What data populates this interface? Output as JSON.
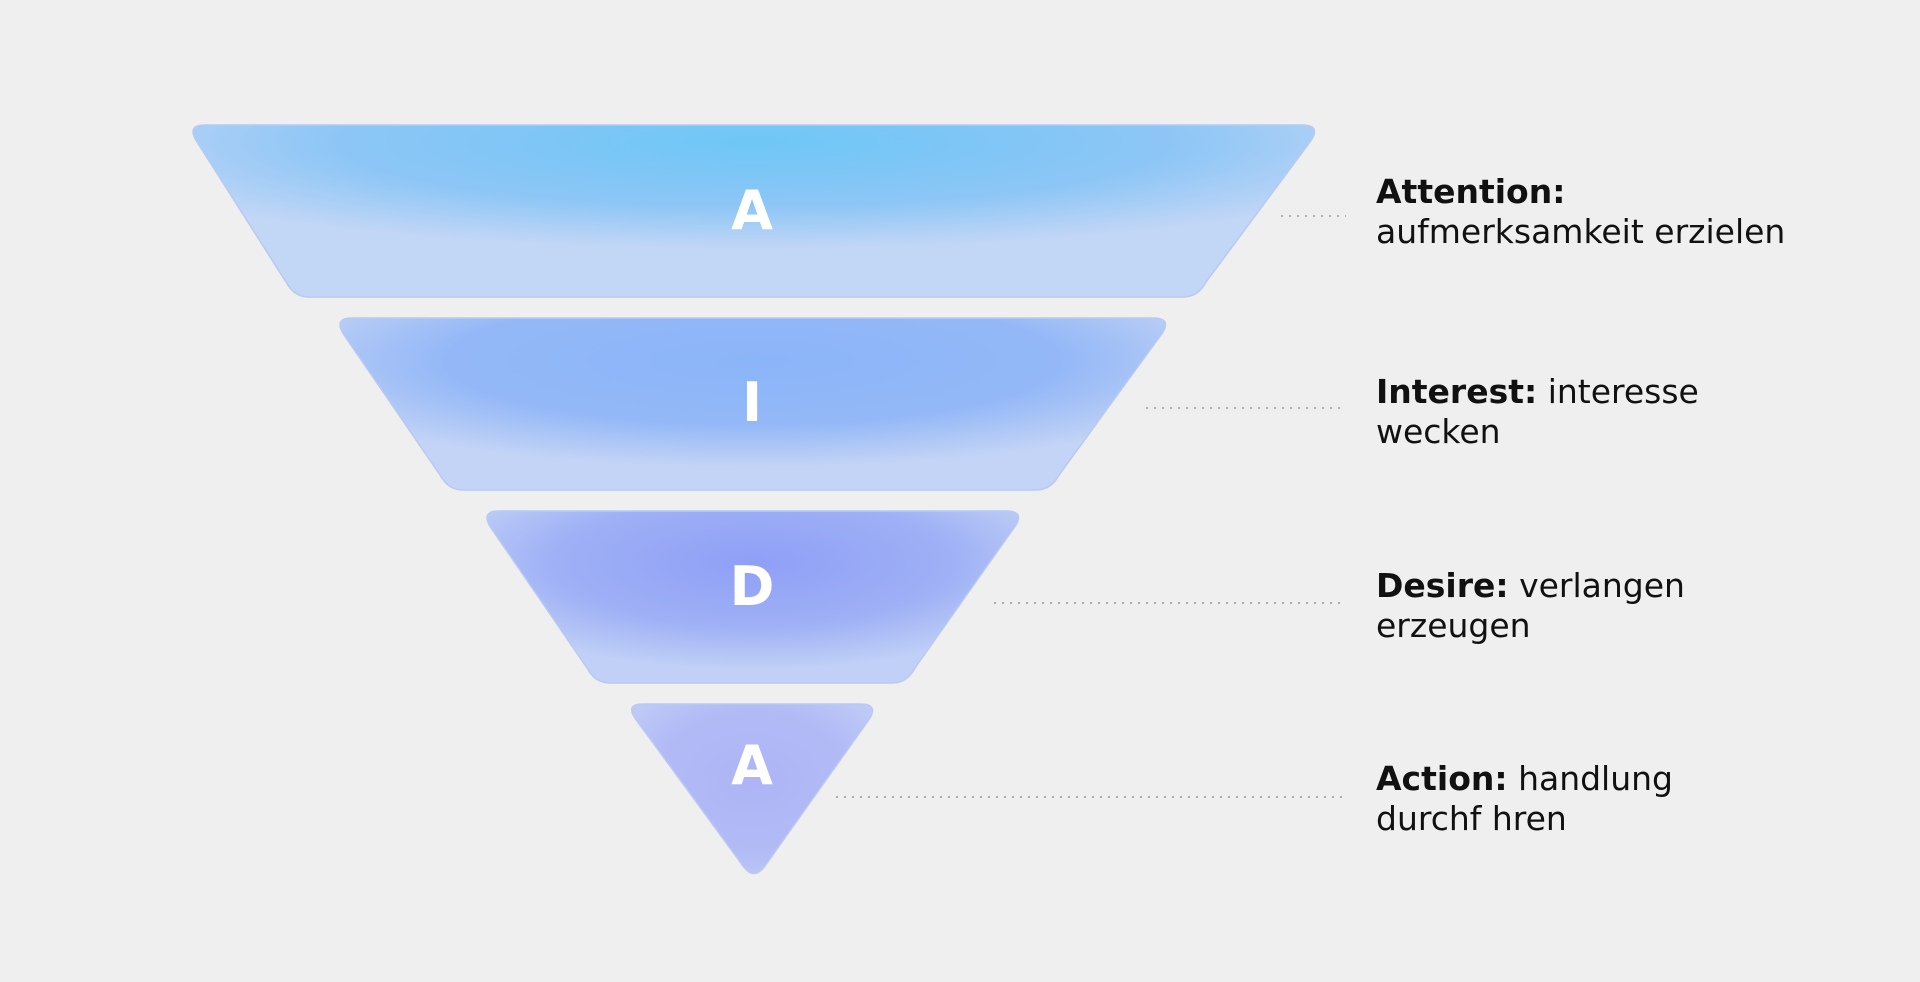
{
  "stages": [
    {
      "letter": "A",
      "term": "Attention:",
      "description": "aufmerksamkeit erzielen",
      "colors": {
        "center": "#6ec7f6",
        "edge": "#c2d6f6"
      }
    },
    {
      "letter": "I",
      "term": "Interest:",
      "description": "interesse wecken",
      "colors": {
        "center": "#8ab5f8",
        "edge": "#c4d4f6"
      }
    },
    {
      "letter": "D",
      "term": "Desire:",
      "description": "verlangen erzeugen",
      "colors": {
        "center": "#8f9ff6",
        "edge": "#c0d0f6"
      }
    },
    {
      "letter": "A",
      "term": "Action:",
      "description": "handlung durchf hren",
      "colors": {
        "center": "#aeb4f6",
        "edge": "#c2cff6"
      }
    }
  ],
  "background": "#efefef",
  "connector_color": "#9a9a9a"
}
